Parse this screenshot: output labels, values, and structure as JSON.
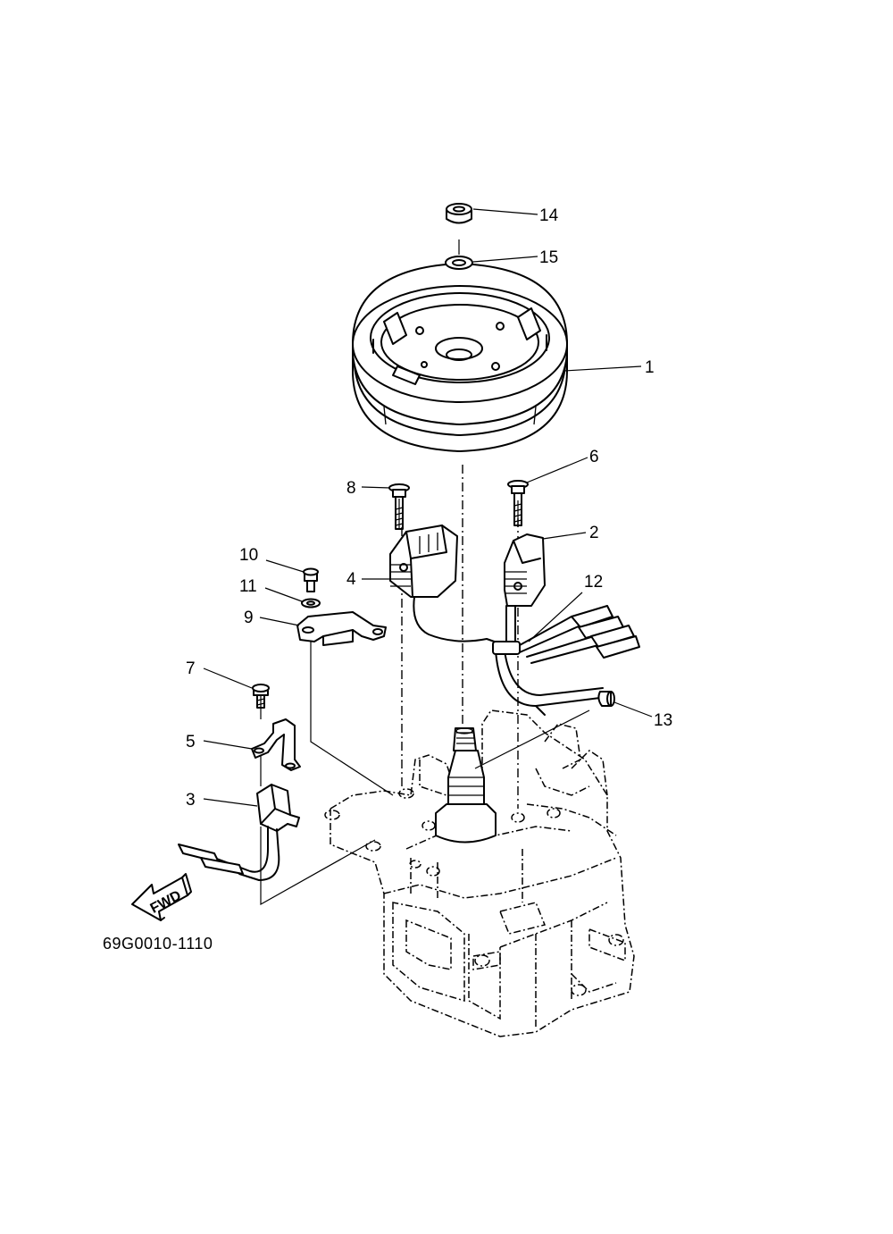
{
  "diagram_code": "69G0010-1110",
  "fwd_label": "FWD",
  "callouts": {
    "c1": "1",
    "c2": "2",
    "c3": "3",
    "c4": "4",
    "c5": "5",
    "c6": "6",
    "c7": "7",
    "c8": "8",
    "c9": "9",
    "c10": "10",
    "c11": "11",
    "c12": "12",
    "c13": "13",
    "c14": "14",
    "c15": "15"
  }
}
